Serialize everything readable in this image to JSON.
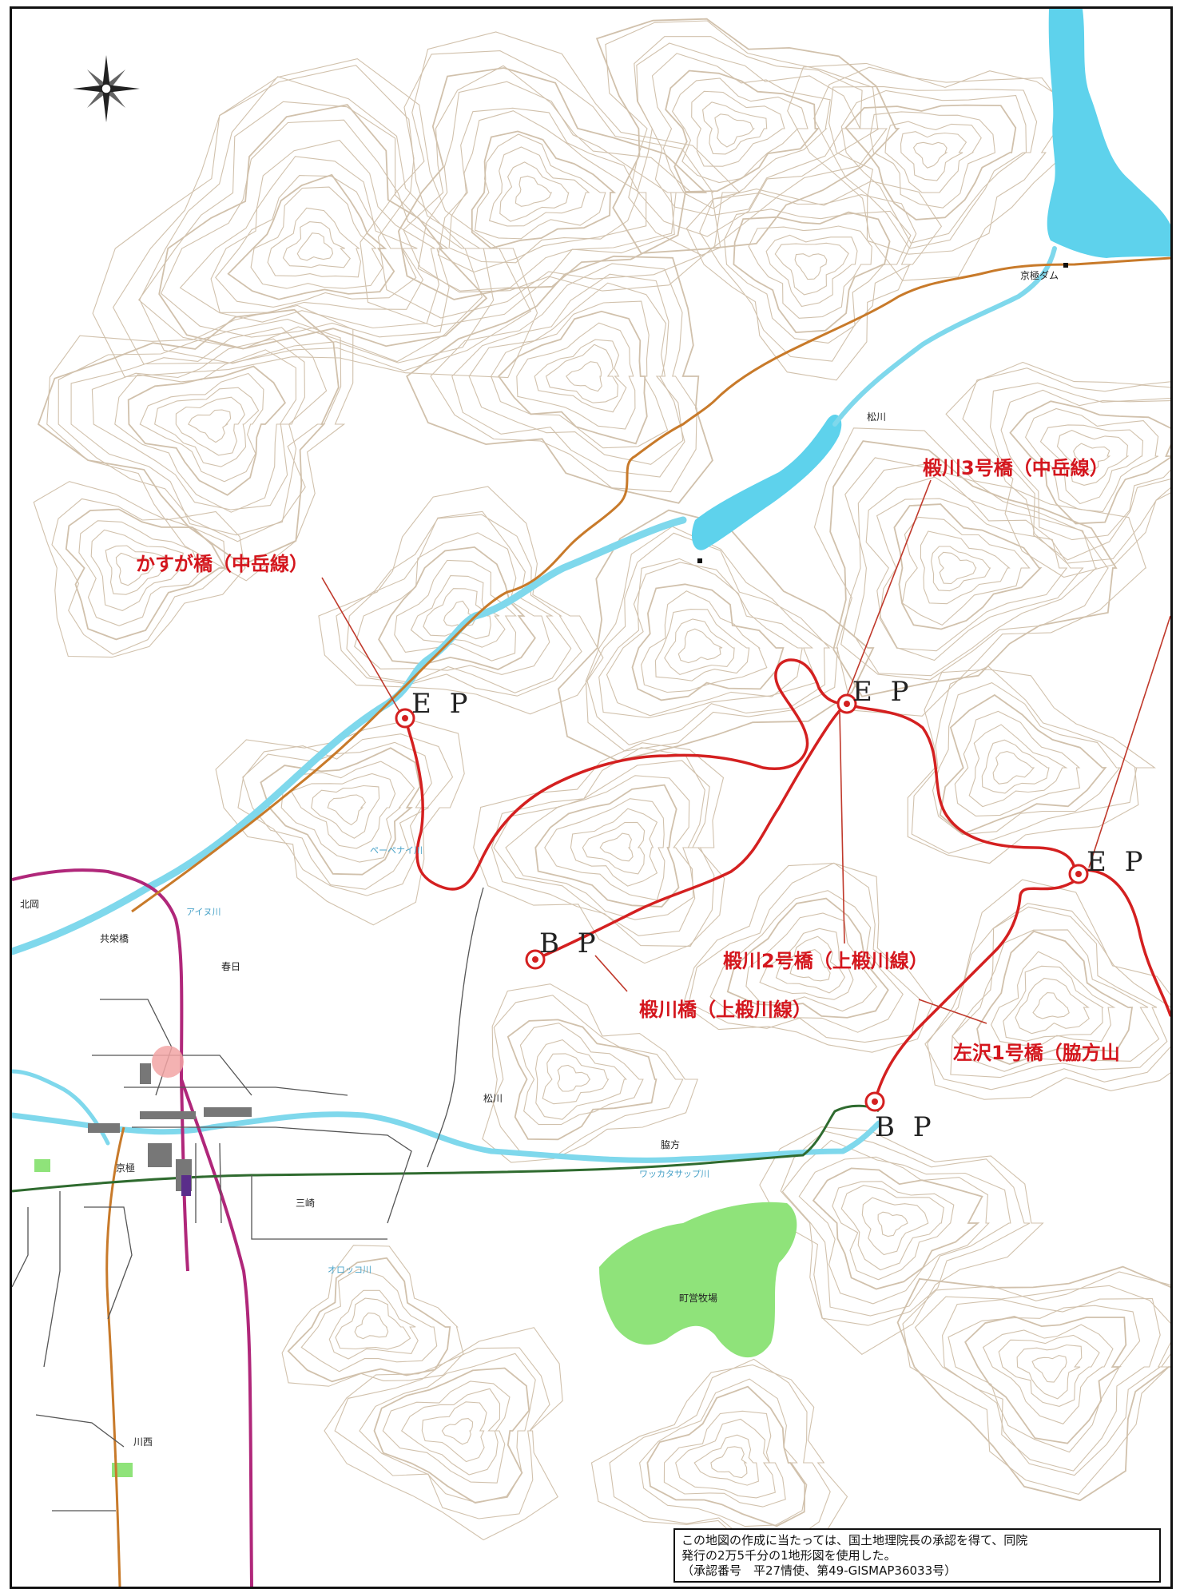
{
  "header": {
    "title": ""
  },
  "map": {
    "bridges": [
      {
        "id": "kasuga",
        "label": "かすが橋（中岳線）"
      },
      {
        "id": "dankawa3",
        "label": "椴川3号橋（中岳線）"
      },
      {
        "id": "dankawa2",
        "label": "椴川2号橋（上椴川線）"
      },
      {
        "id": "dankawa",
        "label": "椴川橋（上椴川線）"
      },
      {
        "id": "hidarisawa1",
        "label": "左沢1号橋（脇方山"
      }
    ],
    "points": {
      "ep1": "E P",
      "ep2": "E P",
      "ep3": "E P",
      "bp1": "B P",
      "bp2": "B P"
    },
    "places": {
      "kitaoka": "北岡",
      "kyoeibashi": "共栄橋",
      "kasuga": "春日",
      "matsukawa1": "松川",
      "matsukawa2": "松川",
      "wakikata": "脇方",
      "misaki": "三崎",
      "kawanishi": "川西",
      "kyogoku": "京極",
      "kyogoku_dam": "京極ダム",
      "ranch": "町営牧場"
    },
    "rivers": {
      "r1": "ペーペナイ川",
      "r2": "アイヌ川",
      "r3": "ワッカタサップ川",
      "r4": "オロッコ川"
    },
    "note": {
      "line1": "この地図の作成に当たっては、国土地理院長の承認を得て、同院",
      "line2": "発行の2万5千分の1地形図を使用した。",
      "line3": "（承認番号　平27情使、第49-GISMAP36033号）"
    },
    "colors": {
      "route": "#d42020",
      "river": "#7fd8ec",
      "lake": "#5ed2ec",
      "contour": "#c9b79e",
      "ranch": "#8fe37a",
      "national_road": "#b0277a",
      "pref_road": "#c87a2a",
      "rail": "#2f6b2f"
    }
  }
}
